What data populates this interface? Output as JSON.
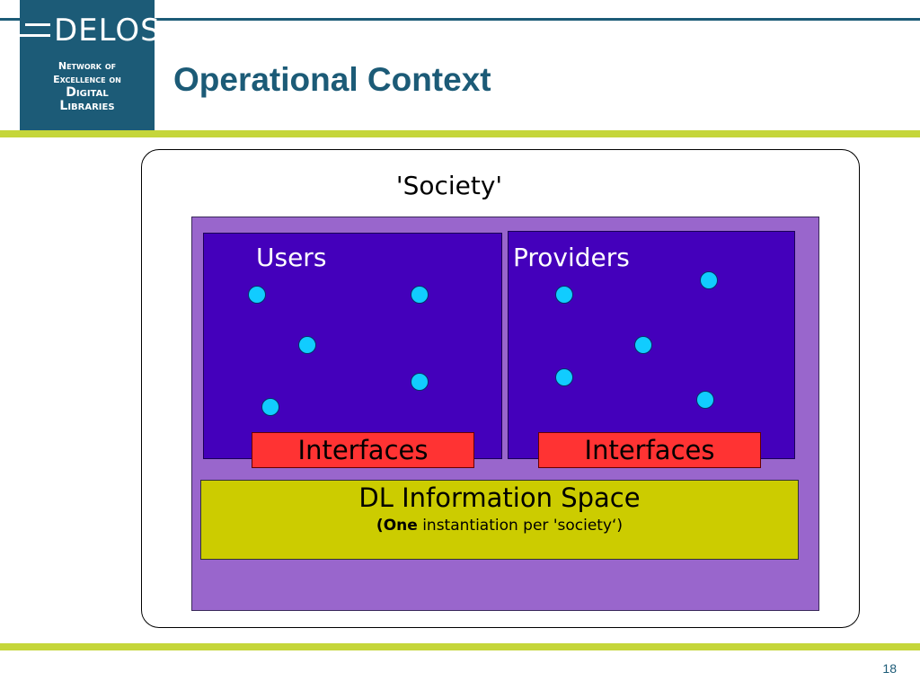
{
  "header": {
    "logo_word": "DELOS",
    "logo_tag": [
      "Network of",
      "Excellence on",
      "Digital",
      "Libraries"
    ],
    "title": "Operational Context",
    "colors": {
      "brand": "#1c5b77",
      "accent_bar": "#c5d63a"
    }
  },
  "diagram": {
    "society_label": "'Society'",
    "users_label": "Users",
    "providers_label": "Providers",
    "interfaces_left": "Interfaces",
    "interfaces_right": "Interfaces",
    "dl_title": "DL Information Space",
    "dl_sub_open": "(",
    "dl_sub_bold": "One",
    "dl_sub_rest": " instantiation per 'society‘)",
    "colors": {
      "panel": "#9966cc",
      "groups": "#4400bb",
      "dots": "#11ccff",
      "interfaces": "#ff3333",
      "dl_space": "#cccc00"
    }
  },
  "footer": {
    "page_number": "18"
  }
}
